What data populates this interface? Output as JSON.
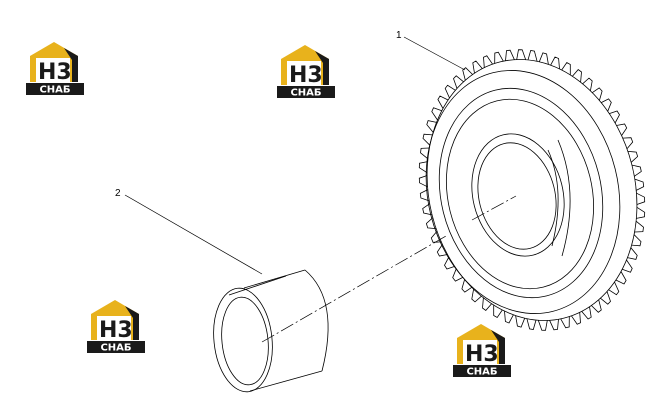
{
  "diagram": {
    "callouts": [
      {
        "label": "1",
        "part": "gear"
      },
      {
        "label": "2",
        "part": "bushing"
      }
    ]
  },
  "logos": [
    {
      "letters": "H3",
      "caption": "СНАБ"
    },
    {
      "letters": "H3",
      "caption": "СНАБ"
    },
    {
      "letters": "H3",
      "caption": "СНАБ"
    },
    {
      "letters": "H3",
      "caption": "СНАБ"
    }
  ],
  "colors": {
    "logo_yellow": "#e8b21c",
    "logo_black": "#1a1a1a",
    "line": "#000000"
  }
}
